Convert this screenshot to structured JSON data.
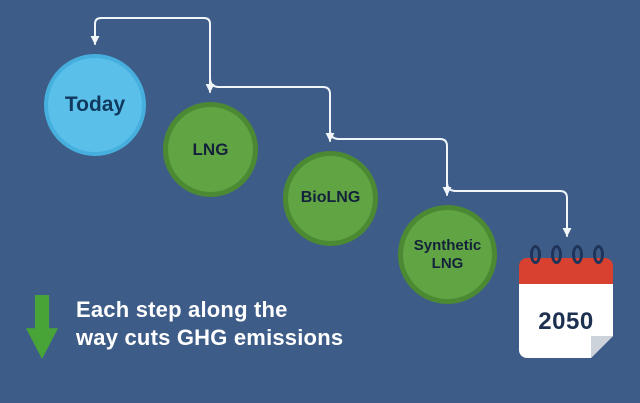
{
  "background_color": "#3e5c88",
  "connector_color": "#f0f5fa",
  "steps": [
    {
      "id": "today",
      "label": "Today",
      "fill": "#5ac0ea",
      "border": "#47afdd",
      "text_color": "#11395e"
    },
    {
      "id": "lng",
      "label": "LNG",
      "fill": "#61a444",
      "border": "#4c8933",
      "text_color": "#13213a"
    },
    {
      "id": "biolng",
      "label": "BioLNG",
      "fill": "#61a444",
      "border": "#4c8933",
      "text_color": "#13213a"
    },
    {
      "id": "synthetic-lng",
      "label": "Synthetic LNG",
      "fill": "#61a444",
      "border": "#4c8933",
      "text_color": "#13213a"
    }
  ],
  "milestone": {
    "label": "2050",
    "icon": "calendar-icon",
    "header_color": "#d8402f",
    "body_color": "#ffffff",
    "ring_color": "#20345a",
    "text_color": "#1c3050"
  },
  "caption": {
    "line1": "Each step along the",
    "line2": "way cuts GHG emissions",
    "arrow_icon": "down-arrow-icon",
    "arrow_color": "#48a437",
    "text_color": "#ffffff"
  }
}
